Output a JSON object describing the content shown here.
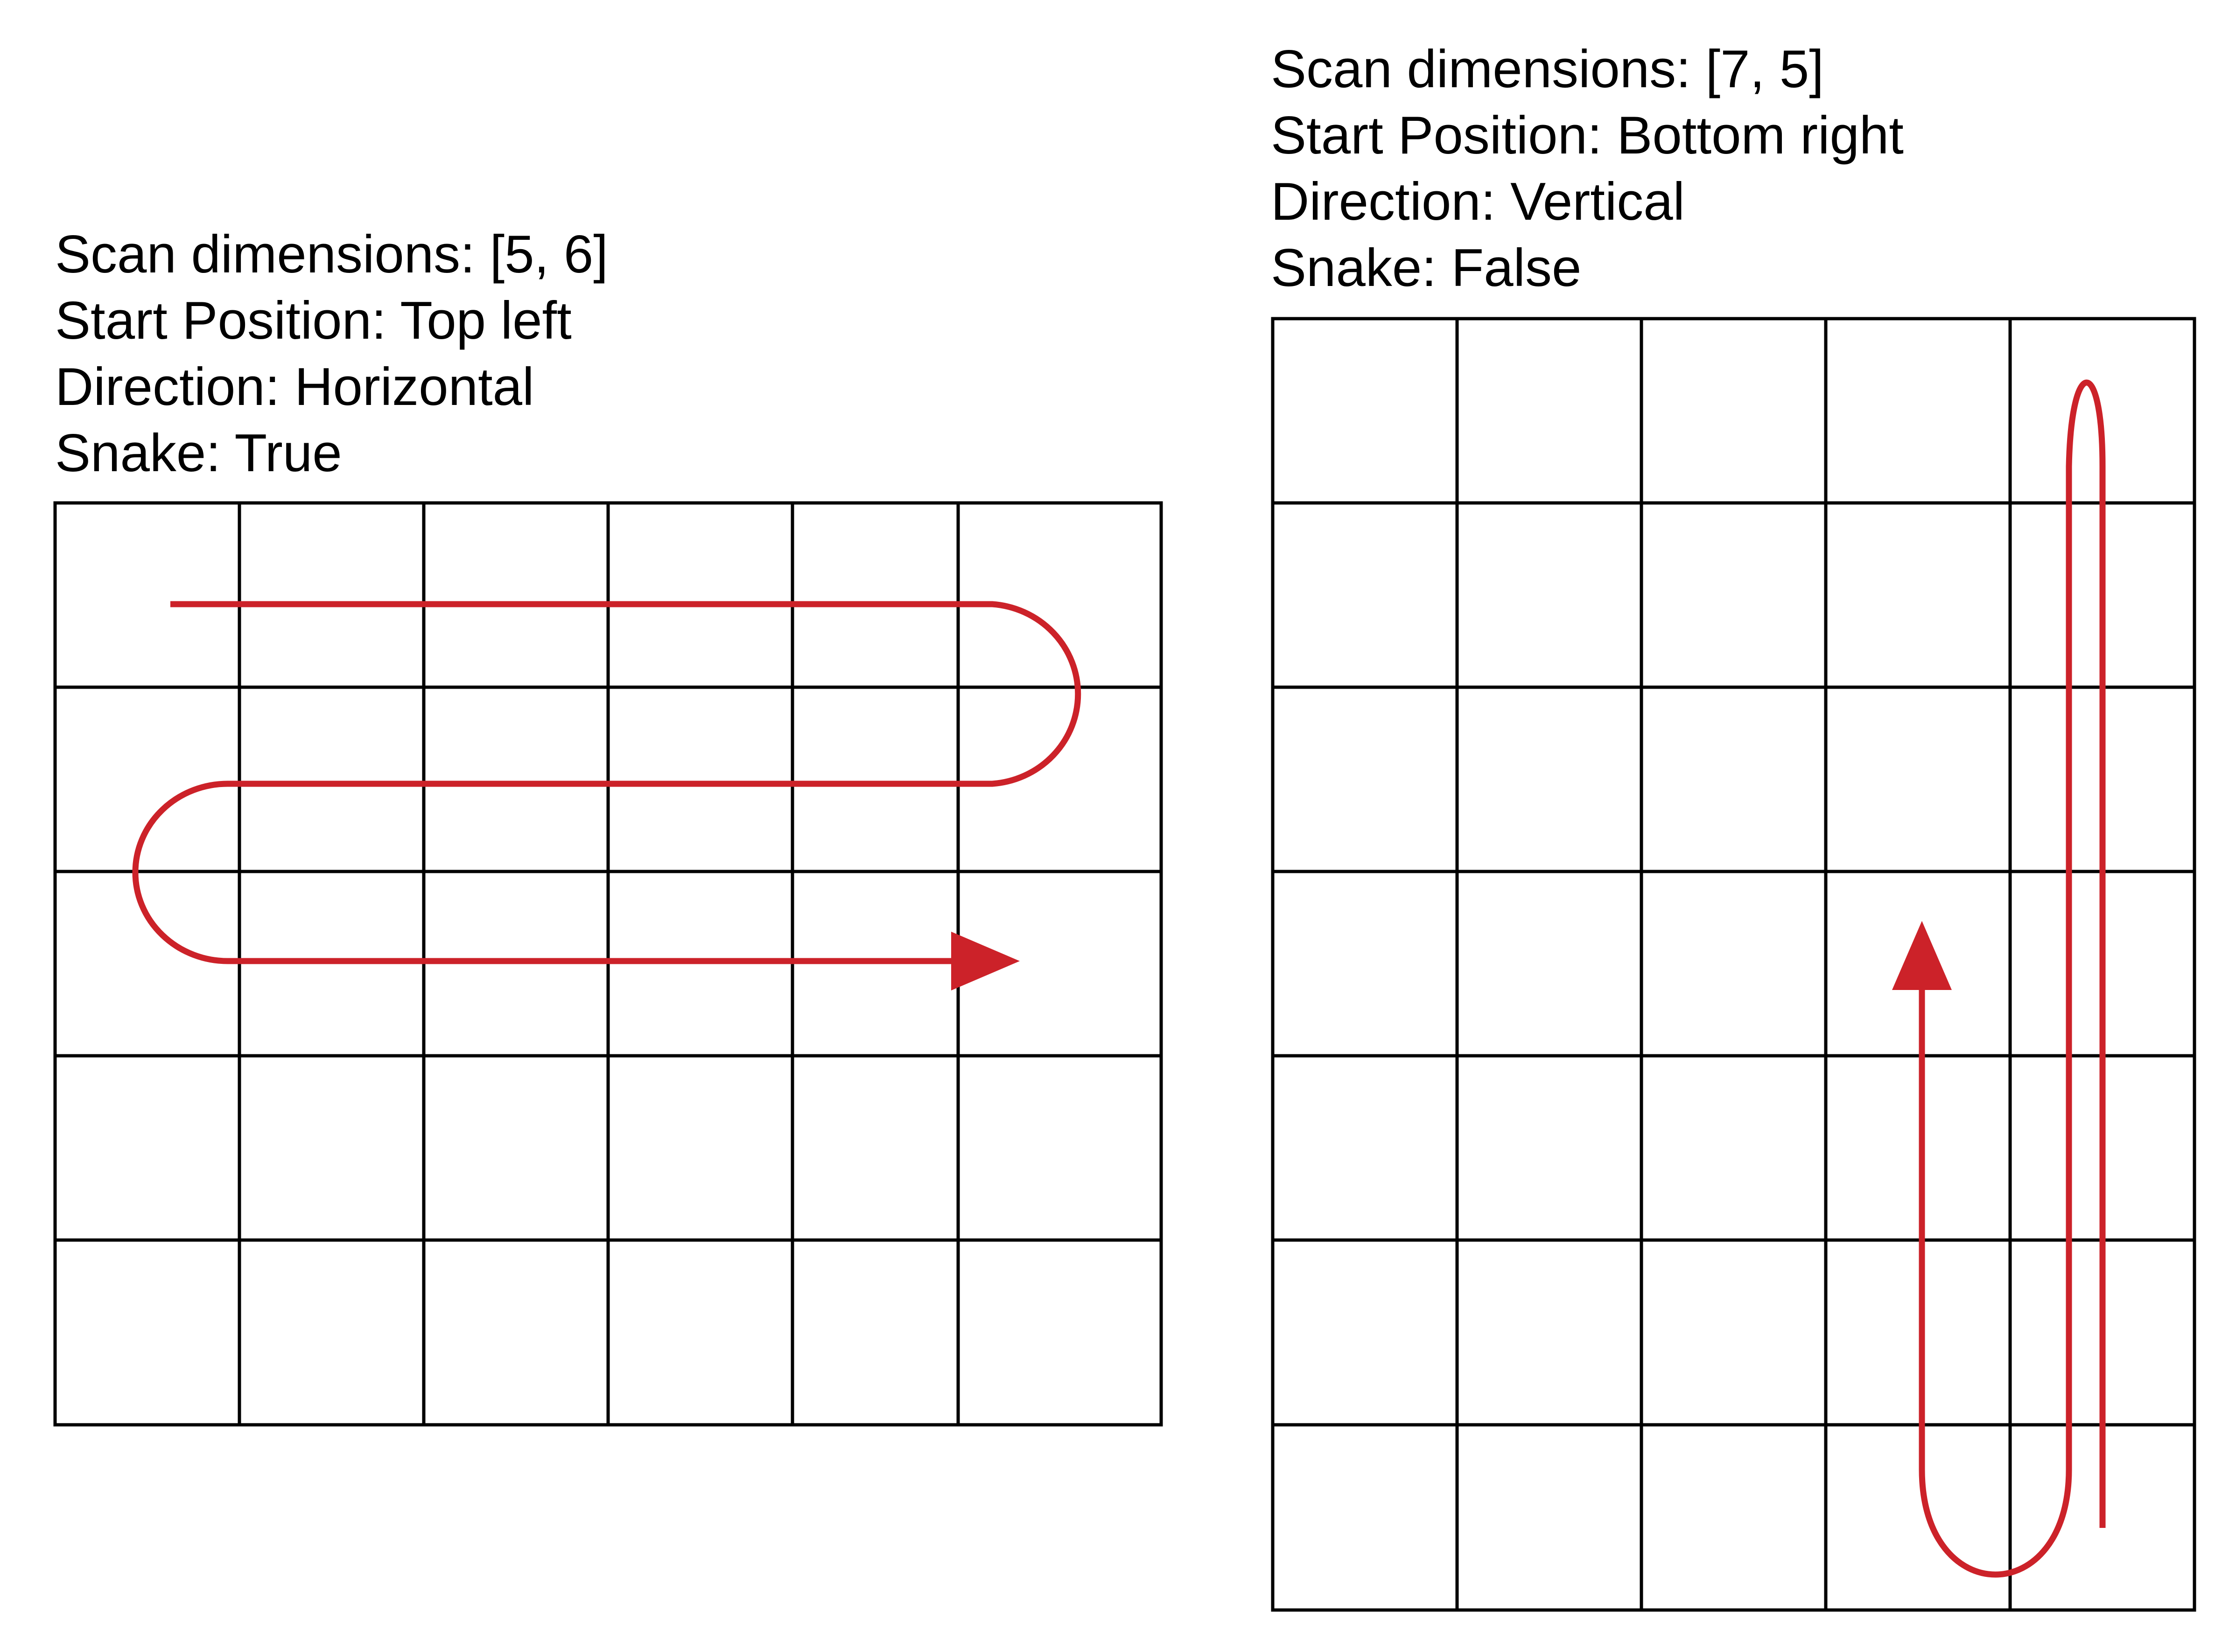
{
  "panels": [
    {
      "id": "left",
      "labels": {
        "dimensions": "Scan dimensions: [5, 6]",
        "start": "Start Position: Top left",
        "direction": "Direction: Horizontal",
        "snake": "Snake: True"
      },
      "grid": {
        "rows": 5,
        "cols": 6
      }
    },
    {
      "id": "right",
      "labels": {
        "dimensions": "Scan dimensions: [7, 5]",
        "start": "Start Position: Bottom right",
        "direction": "Direction: Vertical",
        "snake": "Snake: False"
      },
      "grid": {
        "rows": 7,
        "cols": 5
      }
    }
  ],
  "colors": {
    "grid_line": "#000000",
    "scan_path": "#cc2229",
    "background": "#ffffff"
  }
}
